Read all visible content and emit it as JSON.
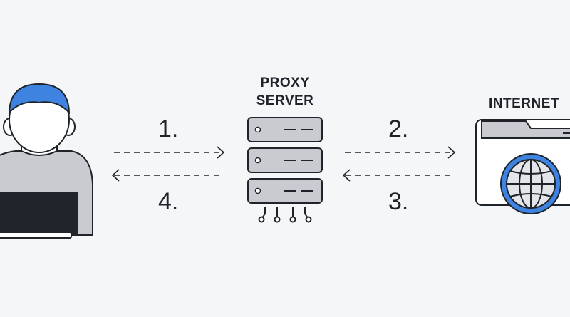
{
  "labels": {
    "proxy_line1": "PROXY",
    "proxy_line2": "SERVER",
    "internet": "INTERNET"
  },
  "steps": [
    "1.",
    "2.",
    "3.",
    "4."
  ],
  "colors": {
    "background": "#f5f6f8",
    "ink": "#1f232a",
    "accent_blue": "#3f83e0",
    "fill_gray": "#c9cbd1",
    "light_gray": "#e4e5e9",
    "white": "#ffffff"
  },
  "icons": [
    "user-icon",
    "laptop-icon",
    "server-icon",
    "browser-icon",
    "globe-icon",
    "arrow-right-icon",
    "arrow-left-icon"
  ]
}
